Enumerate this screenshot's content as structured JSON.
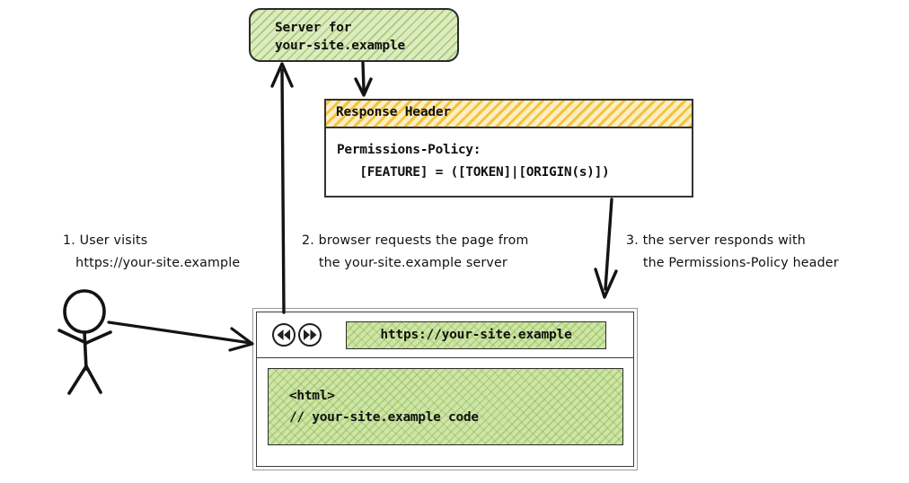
{
  "diagram": {
    "title": "Permissions-Policy response header flow",
    "colors": {
      "green_fill": "#dcebc0",
      "green_hatch_line": "#7cb03a",
      "yellow_hatch_line": "#f3c33f",
      "ink": "#1f1f1f",
      "frame_gray": "#9a9a9a"
    }
  },
  "server": {
    "line1": "Server for",
    "line2": "your-site.example"
  },
  "response_header": {
    "title": "Response Header",
    "line1": "Permissions-Policy:",
    "line2": "   [FEATURE] = ([TOKEN]|[ORIGIN(s)])"
  },
  "browser": {
    "nav_back_icon": "rewind-icon",
    "nav_forward_icon": "fast-forward-icon",
    "url": "https://your-site.example",
    "page_code_line1": "<html>",
    "page_code_line2": "// your-site.example code"
  },
  "notes": [
    {
      "id": "note-1",
      "line1": "1. User visits",
      "line2": "   https://your-site.example"
    },
    {
      "id": "note-2",
      "line1": "2. browser requests the page from",
      "line2": "    the your-site.example server"
    },
    {
      "id": "note-3",
      "line1": "3. the server responds with",
      "line2": "    the Permissions-Policy header"
    }
  ],
  "actor": {
    "label": "stick-figure-user"
  }
}
